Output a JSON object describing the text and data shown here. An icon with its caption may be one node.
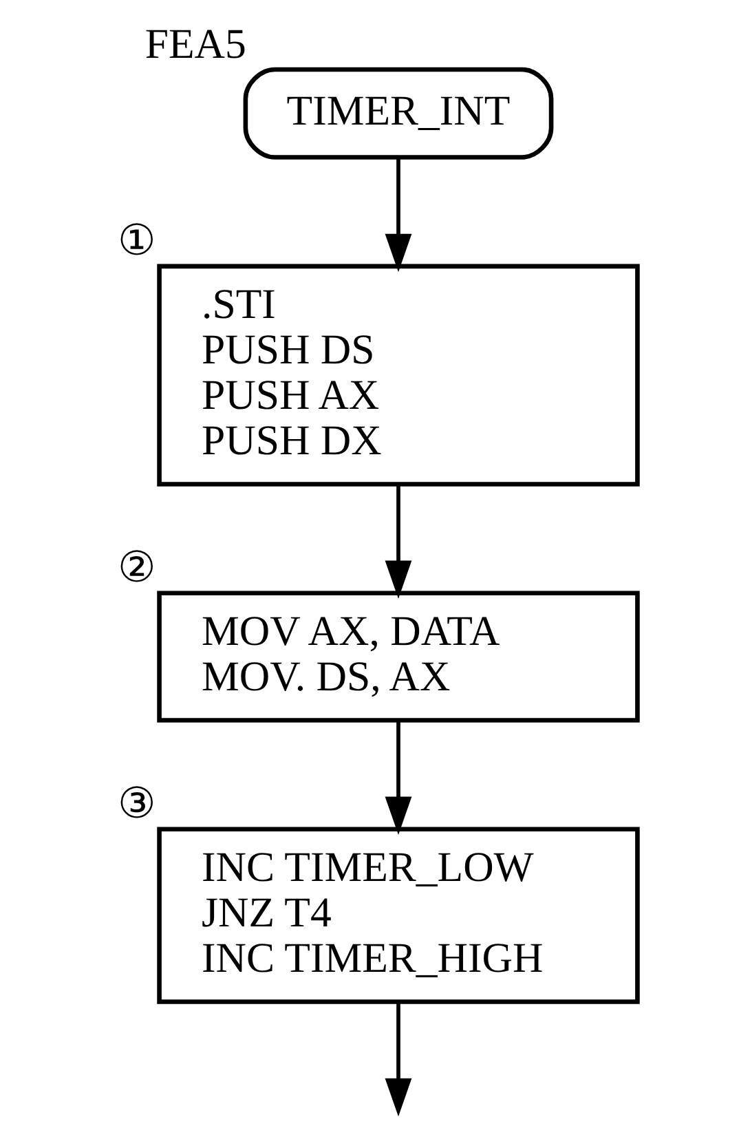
{
  "diagram": {
    "nodes": [
      {
        "text": [
          "TIMER_INT"
        ],
        "beside": [
          "FEA5"
        ]
      },
      {
        "text": [
          ".STI",
          "PUSH DS",
          "PUSH AX",
          "PUSH DX"
        ],
        "beside": [
          "①"
        ]
      },
      {
        "text": [
          "MOV AX, DATA",
          "MOV. DS, AX"
        ],
        "beside": [
          "②"
        ]
      },
      {
        "text": [
          "INC TIMER_LOW",
          "JNZ T4",
          "INC TIMER_HIGH"
        ],
        "beside": [
          "③"
        ]
      }
    ],
    "edges": [
      {
        "from": 0,
        "to": 1,
        "arrow": "to"
      },
      {
        "from": 1,
        "to": 2,
        "arrow": "to"
      },
      {
        "from": 2,
        "to": 3,
        "arrow": "to"
      },
      {
        "from": 3,
        "to": null,
        "arrow": "to"
      }
    ]
  }
}
